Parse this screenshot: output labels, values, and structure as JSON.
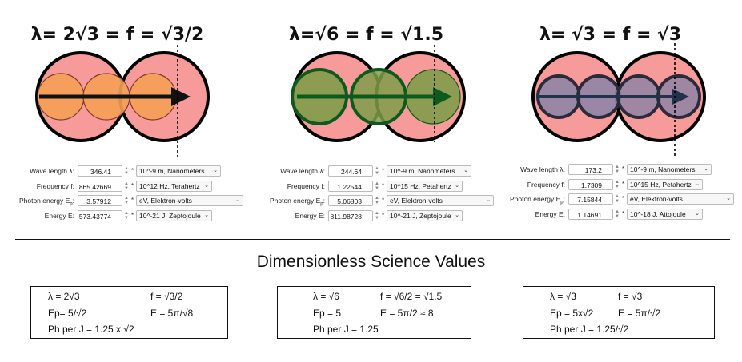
{
  "panels": [
    {
      "title": "λ= 2√3 = f = √3/2",
      "fields": {
        "wavelength": {
          "label": "Wave length λ:",
          "value": "346.41",
          "unit": "10^-9 m, Nanometers"
        },
        "frequency": {
          "label": "Frequency f:",
          "value": "865.42669",
          "unit": "10^12 Hz, Terahertz"
        },
        "photon_energy": {
          "label": "Photon energy E",
          "label_sub": "p",
          "label_end": ":",
          "value": "3.57912",
          "unit": "eV, Elektron-volts"
        },
        "energy": {
          "label": "Energy E:",
          "value": "573.43774",
          "unit": "10^-21 J, Zeptojoule"
        }
      },
      "colors": {
        "big": "#f79a9a",
        "small": "#f5a055",
        "small_stroke": "#7a3a2a",
        "arrow": "#111111"
      }
    },
    {
      "title": "λ=√6  = f = √1.5",
      "fields": {
        "wavelength": {
          "label": "Wave length λ:",
          "value": "244.64",
          "unit": "10^-9 m, Nanometers"
        },
        "frequency": {
          "label": "Frequency f:",
          "value": "1.22544",
          "unit": "10^15 Hz, Petahertz"
        },
        "photon_energy": {
          "label": "Photon energy E",
          "label_sub": "p",
          "label_end": ":",
          "value": "5.06803",
          "unit": "eV, Elektron-volts"
        },
        "energy": {
          "label": "Energy E:",
          "value": "811.98728",
          "unit": "10^-21 J, Zeptojoule"
        }
      },
      "colors": {
        "big": "#f79a9a",
        "small": "#7f9d49",
        "small_stroke": "#0e5a1e",
        "arrow": "#0d5a1e"
      }
    },
    {
      "title": "λ= √3 = f = √3",
      "fields": {
        "wavelength": {
          "label": "Wave length λ:",
          "value": "173.2",
          "unit": "10^-9 m, Nanometers"
        },
        "frequency": {
          "label": "Frequency f:",
          "value": "1.7309",
          "unit": "10^15 Hz, Petahertz"
        },
        "photon_energy": {
          "label": "Photon energy E",
          "label_sub": "p",
          "label_end": ":",
          "value": "7.15844",
          "unit": "eV, Elektron-volts"
        },
        "energy": {
          "label": "Energy E:",
          "value": "1.14691",
          "unit": "10^-18 J, Attojoule"
        }
      },
      "colors": {
        "big": "#f79a9a",
        "small": "#8f84a6",
        "small_stroke": "#2a2a3a",
        "arrow": "#22324a"
      }
    }
  ],
  "section_title": "Dimensionless Science Values",
  "value_boxes": [
    {
      "lambda": "λ = 2√3",
      "f": "f = √3/2",
      "ep": "Ep= 5/√2",
      "e": "E = 5π/√8",
      "ph": "Ph per J = 1.25 x √2"
    },
    {
      "lambda": "λ = √6",
      "f": "f = √6/2 = √1.5",
      "ep": "Ep = 5",
      "e": "E = 5π/2 ≈ 8",
      "ph": "Ph per J = 1.25"
    },
    {
      "lambda": "λ = √3",
      "f": "f = √3",
      "ep": "Ep = 5x√2",
      "e": "E = 5π/√2",
      "ph": "Ph per J = 1.25/√2"
    }
  ]
}
